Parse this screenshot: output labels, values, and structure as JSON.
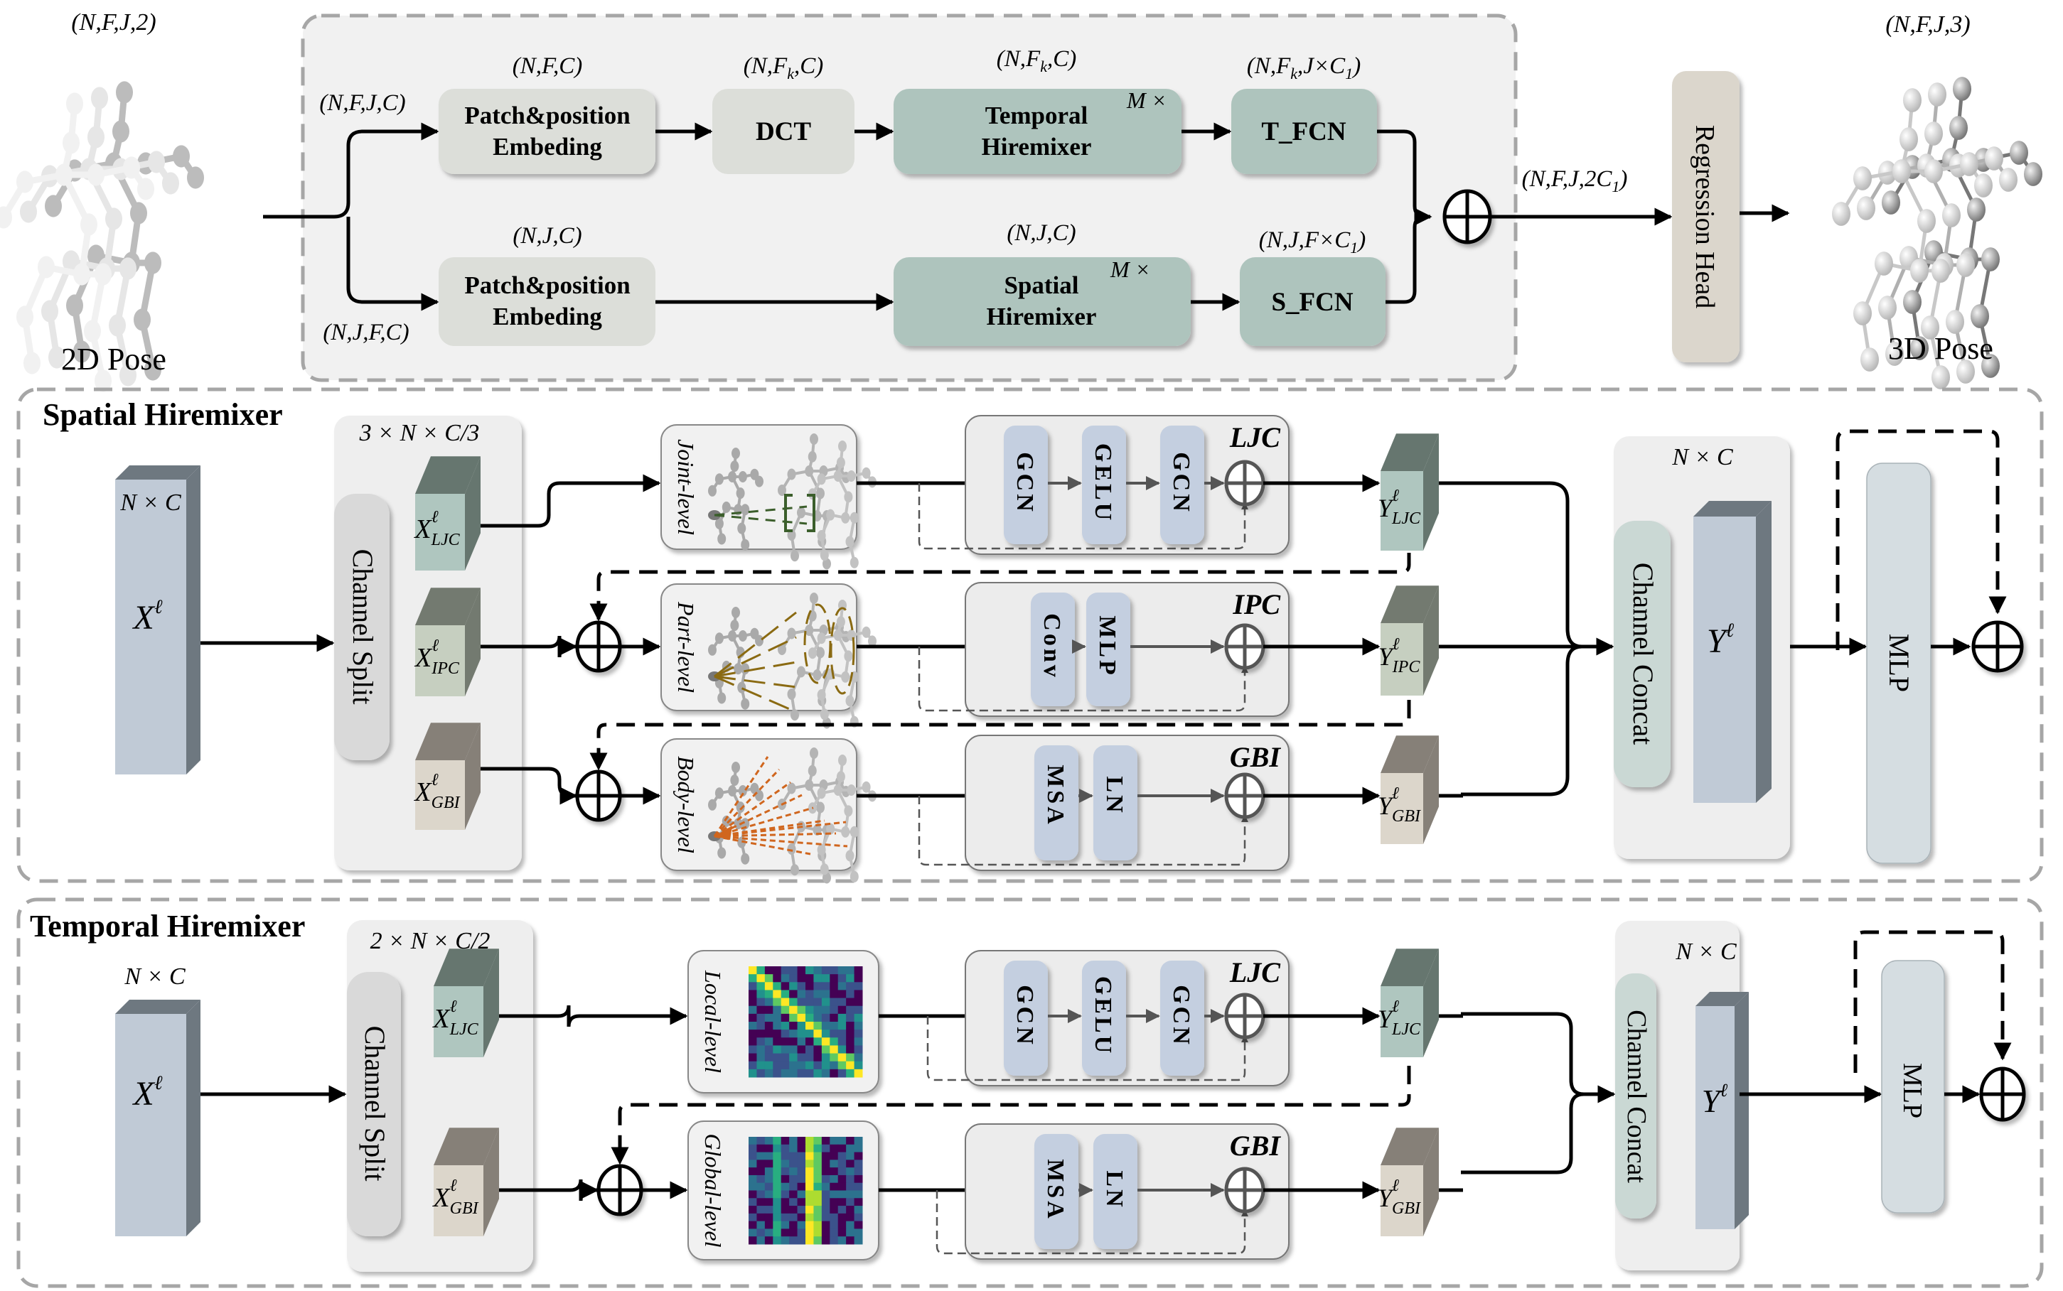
{
  "overview": {
    "input_label": "2D Pose",
    "input_shape": "(N,F,J,2)",
    "output_label": "3D Pose",
    "output_shape": "(N,F,J,3)",
    "temporal_branch_shape": "(N,F,J,C)",
    "spatial_branch_shape": "(N,J,F,C)",
    "temporal_embed": {
      "label_line1": "Patch&position",
      "label_line2": "Embeding",
      "shape": "(N,F,C)"
    },
    "dct": {
      "label": "DCT",
      "shape_pre": "(N,F",
      "shape_sub": "k",
      "shape_post": ",C)"
    },
    "temporal_hiremixer": {
      "label_line1": "Temporal",
      "label_line2": "Hiremixer",
      "repeat": "M ×",
      "shape_pre": "(N,F",
      "shape_sub": "k",
      "shape_post": ",C)"
    },
    "t_fcn": {
      "label": "T_FCN",
      "shape_pre": "(N,F",
      "shape_sub": "k",
      "shape_mid": ",J×C",
      "shape_sub2": "1",
      "shape_post": ")"
    },
    "spatial_embed": {
      "label_line1": "Patch&position",
      "label_line2": "Embeding",
      "shape": "(N,J,C)"
    },
    "spatial_hiremixer": {
      "label_line1": "Spatial",
      "label_line2": "Hiremixer",
      "repeat": "M ×",
      "shape": "(N,J,C)"
    },
    "s_fcn": {
      "label": "S_FCN",
      "shape_pre": "(N,J,F×C",
      "shape_sub": "1",
      "shape_post": ")"
    },
    "merge_shape_pre": "(N,F,J,2C",
    "merge_shape_sub": "1",
    "merge_shape_post": ")",
    "regression_head": "Regression Head"
  },
  "spatial": {
    "title": "Spatial Hiremixer",
    "input_dim": "N × C",
    "input_tensor": "X",
    "input_sup": "ℓ",
    "split_dim": "3 × N × C/3",
    "split_label": "Channel  Split",
    "branches": [
      {
        "x": "X",
        "sub": "LJC",
        "level": "Joint-level",
        "block": "LJC",
        "ops": [
          "GCN",
          "GELU",
          "GCN"
        ],
        "y": "Y",
        "ysub": "LJC"
      },
      {
        "x": "X",
        "sub": "IPC",
        "level": "Part-level",
        "block": "IPC",
        "ops": [
          "Conv",
          "MLP"
        ],
        "y": "Y",
        "ysub": "IPC"
      },
      {
        "x": "X",
        "sub": "GBI",
        "level": "Body-level",
        "block": "GBI",
        "ops": [
          "MSA",
          "LN"
        ],
        "y": "Y",
        "ysub": "GBI"
      }
    ],
    "concat_dim": "N × C",
    "concat_label": "Channel  Concat",
    "output_tensor": "Y",
    "mlp": "MLP"
  },
  "temporal": {
    "title": "Temporal Hiremixer",
    "input_dim": "N × C",
    "input_tensor": "X",
    "input_sup": "ℓ",
    "split_dim": "2 × N × C/2",
    "split_label": "Channel  Split",
    "branches": [
      {
        "x": "X",
        "sub": "LJC",
        "level": "Local-level",
        "block": "LJC",
        "ops": [
          "GCN",
          "GELU",
          "GCN"
        ],
        "y": "Y",
        "ysub": "LJC"
      },
      {
        "x": "X",
        "sub": "GBI",
        "level": "Global-level",
        "block": "GBI",
        "ops": [
          "MSA",
          "LN"
        ],
        "y": "Y",
        "ysub": "GBI"
      }
    ],
    "concat_dim": "N × C",
    "concat_label": "Channel  Concat",
    "output_tensor": "Y",
    "mlp": "MLP"
  },
  "colors": {
    "section_border": "#a6a6a6",
    "panel_bg": "#f1f1f1",
    "embed_box": "#dcded9",
    "hiremixer_box": "#aec4bd",
    "regression_head": "#dbd6cc",
    "tensor_front": "#c0cad6",
    "tensor_side": "#6e7880",
    "ljc_front": "#afc6bf",
    "ljc_side": "#66766f",
    "ipc_front": "#c6cfc0",
    "ipc_side": "#737a70",
    "gbi_front": "#dcd6cb",
    "gbi_side": "#868078",
    "op_box": "#c4cfe0",
    "split_box": "#d9d9d9",
    "concat_box": "#cad8d4",
    "mlp_box": "#d5dde1",
    "joint_accent": "#3b5e2b",
    "part_accent": "#8a6a12",
    "body_accent": "#d0661e"
  }
}
